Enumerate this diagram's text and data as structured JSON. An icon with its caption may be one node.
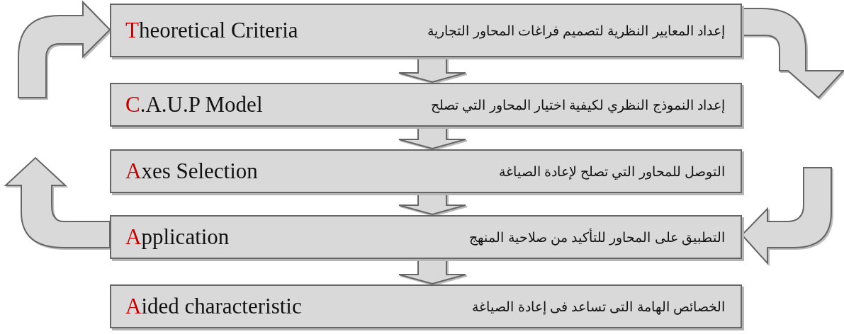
{
  "diagram": {
    "nodes": [
      {
        "text": [
          "إعداد المعايير النظرية لتصميم فراغات المحاور التجارية",
          "Theoretical Criteria"
        ]
      },
      {
        "text": [
          "إعداد النموذج النظري لكيفية اختيار المحاور التي تصلح",
          "C.A.U.P Model"
        ]
      },
      {
        "text": [
          "التوصل للمحاور التي تصلح لإعادة الصياغة",
          "Axes Selection"
        ]
      },
      {
        "text": [
          "التطبيق على المحاور للتأكيد من صلاحية المنهج",
          "Application"
        ]
      },
      {
        "text": [
          "الخصائص الهامة التى تساعد فى إعادة الصياغة",
          "Aided characteristic"
        ]
      }
    ],
    "edges": [
      {
        "from": 0,
        "to": 1,
        "arrow": "to"
      },
      {
        "from": 1,
        "to": 2,
        "arrow": "to"
      },
      {
        "from": 2,
        "to": 3,
        "arrow": "to"
      },
      {
        "from": 3,
        "to": 4,
        "arrow": "to"
      },
      {
        "from": 0,
        "to": null,
        "arrow": "to"
      },
      {
        "from": null,
        "to": 0,
        "arrow": "to"
      },
      {
        "from": null,
        "to": 3,
        "arrow": "to"
      },
      {
        "from": 3,
        "to": null,
        "arrow": "to"
      }
    ]
  }
}
